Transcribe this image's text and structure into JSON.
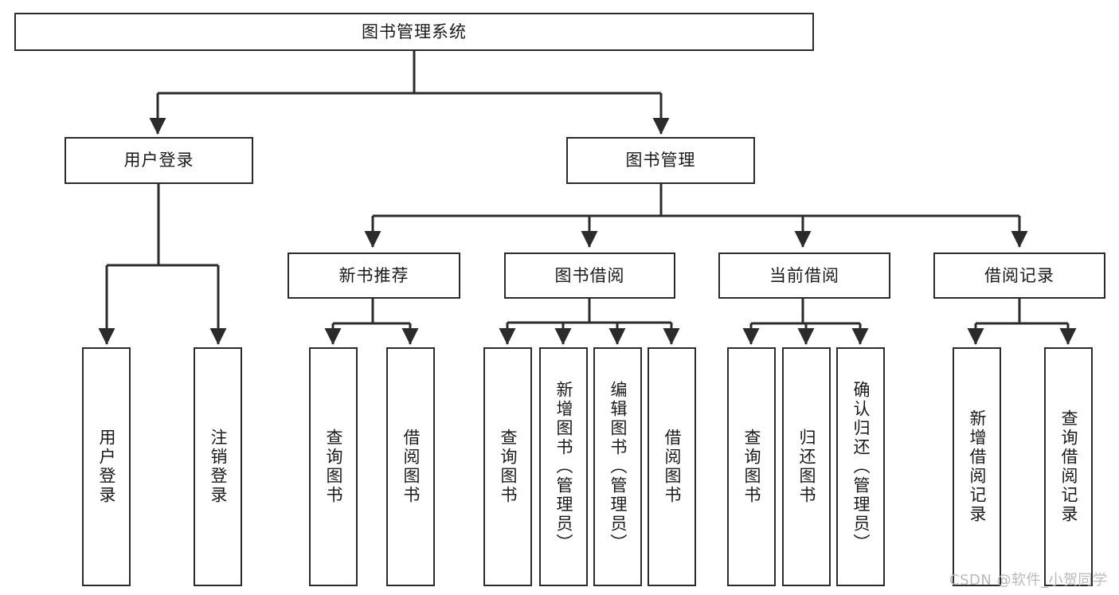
{
  "diagram": {
    "title": "图书管理系统",
    "type": "tree-hierarchy-chart",
    "stroke_color": "#2b2b2b",
    "fill_color": "#ffffff",
    "text_color": "#1a1a1a"
  },
  "root": {
    "label": "图书管理系统"
  },
  "level1": [
    {
      "label": "用户登录"
    },
    {
      "label": "图书管理"
    }
  ],
  "level2": [
    {
      "label": "新书推荐"
    },
    {
      "label": "图书借阅"
    },
    {
      "label": "当前借阅"
    },
    {
      "label": "借阅记录"
    }
  ],
  "leaves": {
    "user_login": [
      {
        "label": "用户登录"
      },
      {
        "label": "注销登录"
      }
    ],
    "new_book_recommend": [
      {
        "label": "查询图书"
      },
      {
        "label": "借阅图书"
      }
    ],
    "book_borrow": [
      {
        "label": "查询图书"
      },
      {
        "label": "新增图书（管理员）"
      },
      {
        "label": "编辑图书（管理员）"
      },
      {
        "label": "借阅图书"
      }
    ],
    "current_borrow": [
      {
        "label": "查询图书"
      },
      {
        "label": "归还图书"
      },
      {
        "label": "确认归还（管理员）"
      }
    ],
    "borrow_records": [
      {
        "label": "新增借阅记录"
      },
      {
        "label": "查询借阅记录"
      }
    ]
  },
  "watermark": {
    "text": "CSDN @软件_小贺同学"
  }
}
